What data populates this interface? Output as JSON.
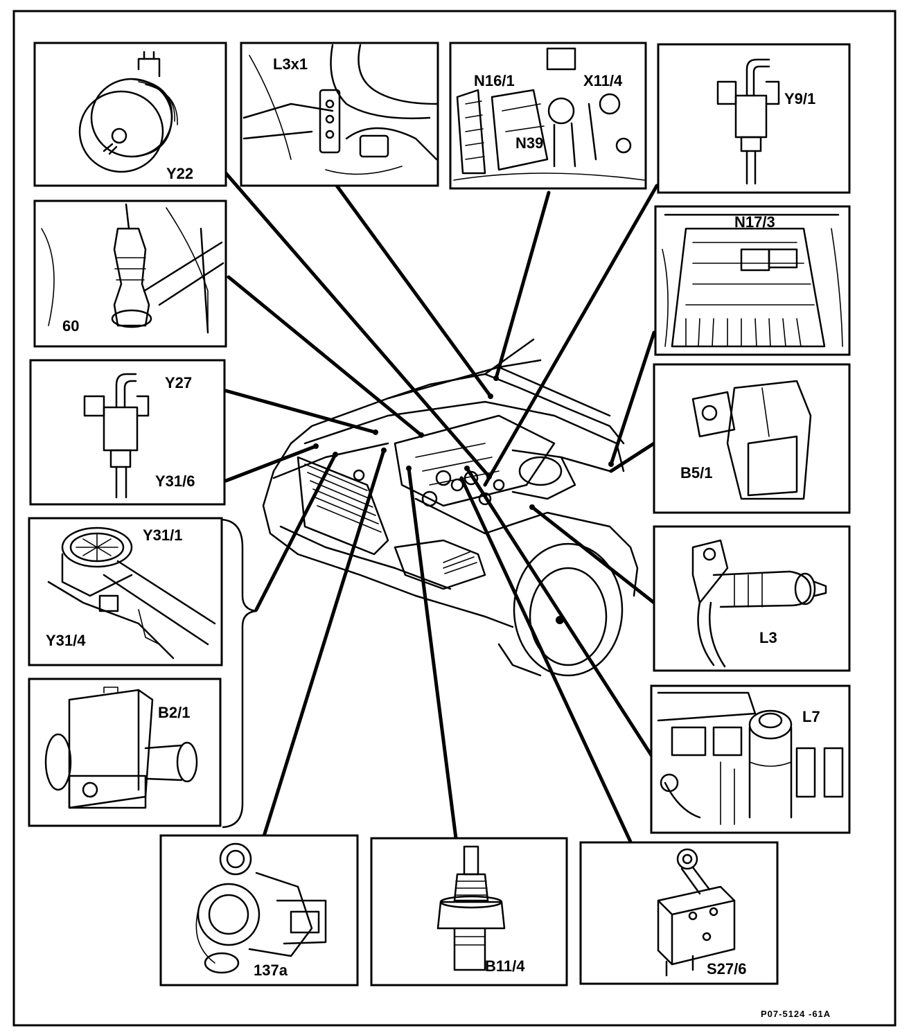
{
  "labels": {
    "Y22": "Y22",
    "L3x1": "L3x1",
    "N16_1": "N16/1",
    "X11_4": "X11/4",
    "N39": "N39",
    "Y9_1": "Y9/1",
    "c60": "60",
    "N17_3": "N17/3",
    "Y27": "Y27",
    "Y31_6": "Y31/6",
    "B5_1": "B5/1",
    "Y31_1": "Y31/1",
    "Y31_4": "Y31/4",
    "L3": "L3",
    "B2_1": "B2/1",
    "L7": "L7",
    "c137a": "137a",
    "B11_4": "B11/4",
    "S27_6": "S27/6"
  },
  "figure_code": "P07-5124 -61A"
}
